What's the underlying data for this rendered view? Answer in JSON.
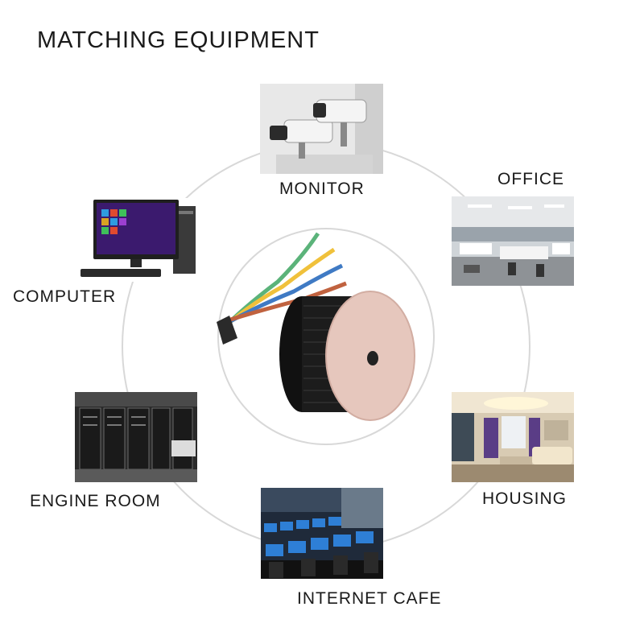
{
  "title": "MATCHING EQUIPMENT",
  "center": {
    "icon": "cable-spool-icon"
  },
  "items": [
    {
      "key": "monitor",
      "label": "MONITOR",
      "icon": "security-camera-icon"
    },
    {
      "key": "office",
      "label": "OFFICE",
      "icon": "office-room-icon"
    },
    {
      "key": "housing",
      "label": "HOUSING",
      "icon": "living-room-icon"
    },
    {
      "key": "internet_cafe",
      "label": "INTERNET CAFE",
      "icon": "internet-cafe-icon"
    },
    {
      "key": "engine_room",
      "label": "ENGINE ROOM",
      "icon": "server-room-icon"
    },
    {
      "key": "computer",
      "label": "COMPUTER",
      "icon": "desktop-computer-icon"
    }
  ],
  "colors": {
    "ring": "#d9d9d9",
    "text": "#1a1a1a",
    "spool": "#e6c7bd",
    "cable": "#1c1c1c"
  }
}
